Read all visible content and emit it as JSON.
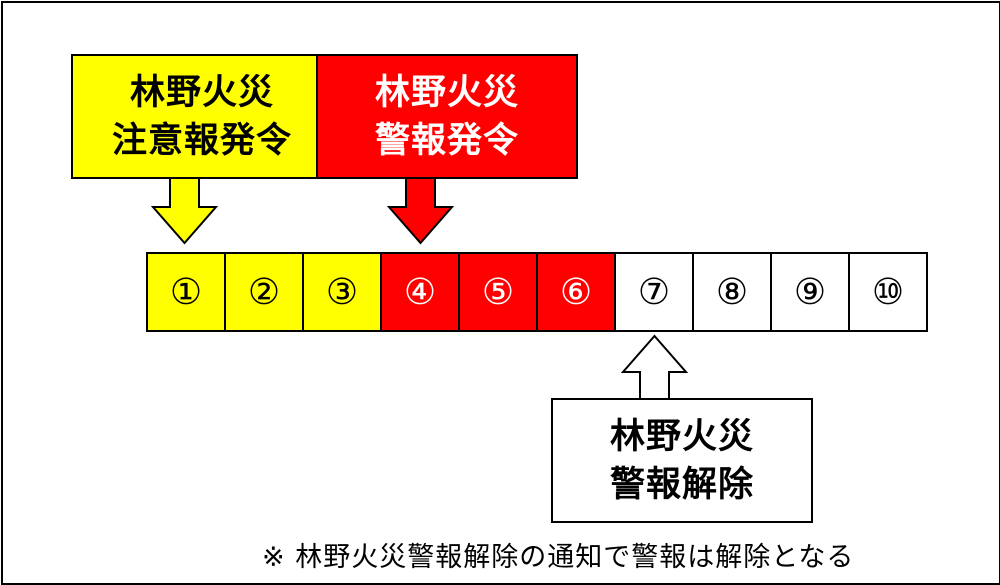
{
  "callouts": {
    "caution_issued": {
      "line1": "林野火災",
      "line2": "注意報発令",
      "color": "#ffff00"
    },
    "warning_issued": {
      "line1": "林野火災",
      "line2": "警報発令",
      "color": "#ff0000"
    },
    "warning_lifted": {
      "line1": "林野火災",
      "line2": "警報解除",
      "color": "#ffffff"
    }
  },
  "stages": [
    {
      "label": "①",
      "level": "caution",
      "color": "#ffff00"
    },
    {
      "label": "②",
      "level": "caution",
      "color": "#ffff00"
    },
    {
      "label": "③",
      "level": "caution",
      "color": "#ffff00"
    },
    {
      "label": "④",
      "level": "warning",
      "color": "#ff0000"
    },
    {
      "label": "⑤",
      "level": "warning",
      "color": "#ff0000"
    },
    {
      "label": "⑥",
      "level": "warning",
      "color": "#ff0000"
    },
    {
      "label": "⑦",
      "level": "none",
      "color": "#ffffff"
    },
    {
      "label": "⑧",
      "level": "none",
      "color": "#ffffff"
    },
    {
      "label": "⑨",
      "level": "none",
      "color": "#ffffff"
    },
    {
      "label": "⑩",
      "level": "none",
      "color": "#ffffff"
    }
  ],
  "note": "※ 林野火災警報解除の通知で警報は解除となる"
}
